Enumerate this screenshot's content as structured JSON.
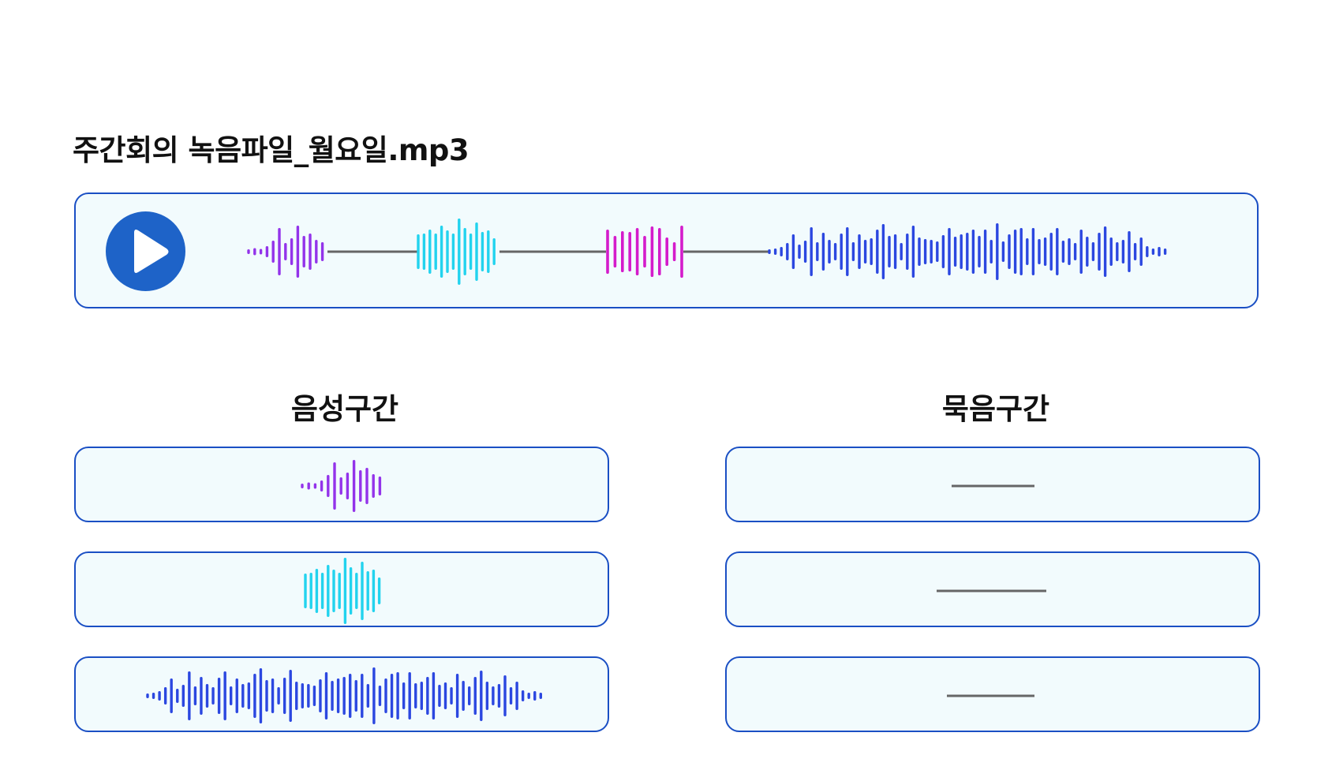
{
  "file": {
    "title": "주간회의 녹음파일_월요일.mp3"
  },
  "player": {
    "play_icon": "play-icon",
    "colors": {
      "button": "#1e63c8",
      "silence": "#666666",
      "border": "#1a4fc4",
      "background": "#f2fbfd"
    }
  },
  "sections": {
    "voice": {
      "title": "음성구간"
    },
    "silence": {
      "title": "묵음구간"
    }
  },
  "voice_segments": [
    {
      "color": "#9333ea"
    },
    {
      "color": "#22d3ee"
    },
    {
      "color": "#2b47e0"
    }
  ],
  "main_waveform": {
    "segment_colors": [
      "#9333ea",
      "#22d3ee",
      "#d41ccb",
      "#2b47e0"
    ],
    "silence_color": "#666666"
  }
}
